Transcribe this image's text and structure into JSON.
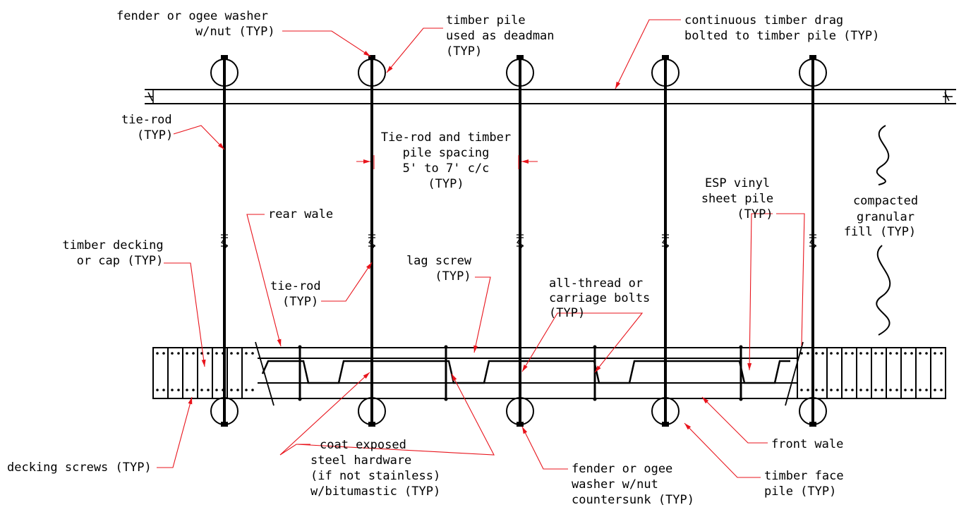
{
  "labels": {
    "fender_top": [
      "fender or ogee washer",
      "w/nut (TYP)"
    ],
    "deadman": [
      "timber pile",
      "used as deadman",
      "(TYP)"
    ],
    "drag": [
      "continuous timber drag",
      "bolted to timber pile (TYP)"
    ],
    "tierod_top": [
      "tie-rod",
      "(TYP)"
    ],
    "spacing": [
      "Tie-rod and timber",
      "pile spacing",
      "5' to 7' c/c",
      "(TYP)"
    ],
    "esp": [
      "ESP vinyl",
      "sheet pile",
      "(TYP)"
    ],
    "fill": [
      "compacted",
      "granular",
      "fill (TYP)"
    ],
    "rear_wale": "rear wale",
    "decking": [
      "timber decking",
      "or cap (TYP)"
    ],
    "lag": [
      "lag screw",
      "(TYP)"
    ],
    "tierod_mid": [
      "tie-rod",
      "(TYP)"
    ],
    "bolts": [
      "all-thread or",
      "carriage bolts",
      "(TYP)"
    ],
    "coat": [
      "coat exposed",
      "steel hardware",
      "(if not stainless)",
      "w/bitumastic (TYP)"
    ],
    "screws": "decking screws (TYP)",
    "front_wale": "front wale",
    "fender_bottom": [
      "fender or ogee",
      "washer w/nut",
      "countersunk (TYP)"
    ],
    "face_pile": [
      "timber face",
      "pile (TYP)"
    ]
  },
  "colors": {
    "leader": "#e8141c",
    "line": "#000000"
  }
}
